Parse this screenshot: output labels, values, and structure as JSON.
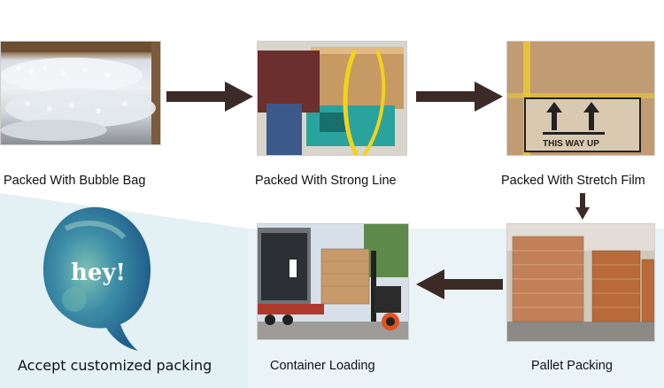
{
  "steps": [
    {
      "caption": "Packed With Bubble Bag"
    },
    {
      "caption": "Packed With Strong Line"
    },
    {
      "caption": "Packed With Stretch Film"
    },
    {
      "caption": "Pallet Packing"
    },
    {
      "caption": "Container Loading"
    }
  ],
  "bubble": {
    "word": "hey!"
  },
  "box_label": "THIS WAY UP",
  "custom_caption": "Accept customized packing",
  "colors": {
    "arrow": "#3b2a26",
    "band": "#e3f0f4",
    "bubble_dark": "#1f5f8b",
    "bubble_light": "#6fb7b0"
  }
}
